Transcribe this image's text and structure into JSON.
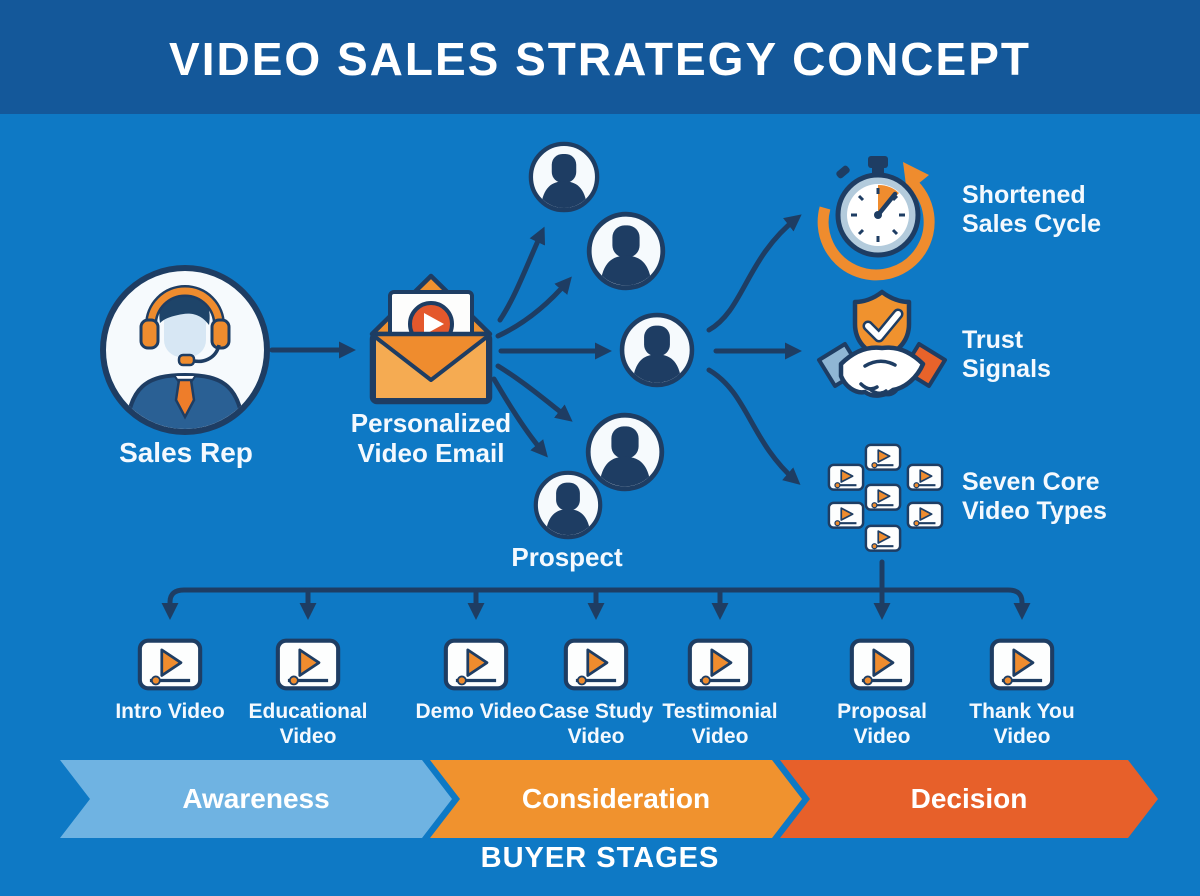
{
  "title": "VIDEO SALES STRATEGY CONCEPT",
  "colors": {
    "background": "#0e79c5",
    "header": "#14589a",
    "outline_navy": "#1e3d63",
    "orange": "#ef8c2e",
    "orange_deep": "#e4582c",
    "light_blue": "#6fb3e2"
  },
  "flow": {
    "sales_rep": {
      "label": "Sales Rep"
    },
    "email": {
      "label_line1": "Personalized",
      "label_line2": "Video Email"
    },
    "prospect": {
      "label": "Prospect"
    },
    "outcomes": [
      {
        "icon": "stopwatch-icon",
        "line1": "Shortened",
        "line2": "Sales Cycle"
      },
      {
        "icon": "handshake-shield-icon",
        "line1": "Trust",
        "line2": "Signals"
      },
      {
        "icon": "video-grid-icon",
        "line1": "Seven Core",
        "line2": "Video Types"
      }
    ]
  },
  "video_types": [
    {
      "line1": "Intro",
      "line2": "Video"
    },
    {
      "line1": "Educational",
      "line2": "Video"
    },
    {
      "line1": "Demo",
      "line2": "Video"
    },
    {
      "line1": "Case Study",
      "line2": "Video"
    },
    {
      "line1": "Testimonial",
      "line2": "Video"
    },
    {
      "line1": "Proposal",
      "line2": "Video"
    },
    {
      "line1": "Thank You",
      "line2": "Video"
    }
  ],
  "buyer_stages": {
    "caption": "BUYER STAGES",
    "stages": [
      {
        "label": "Awareness",
        "color": "#6fb3e2"
      },
      {
        "label": "Consideration",
        "color": "#f0922e"
      },
      {
        "label": "Decision",
        "color": "#e7602a"
      }
    ]
  }
}
